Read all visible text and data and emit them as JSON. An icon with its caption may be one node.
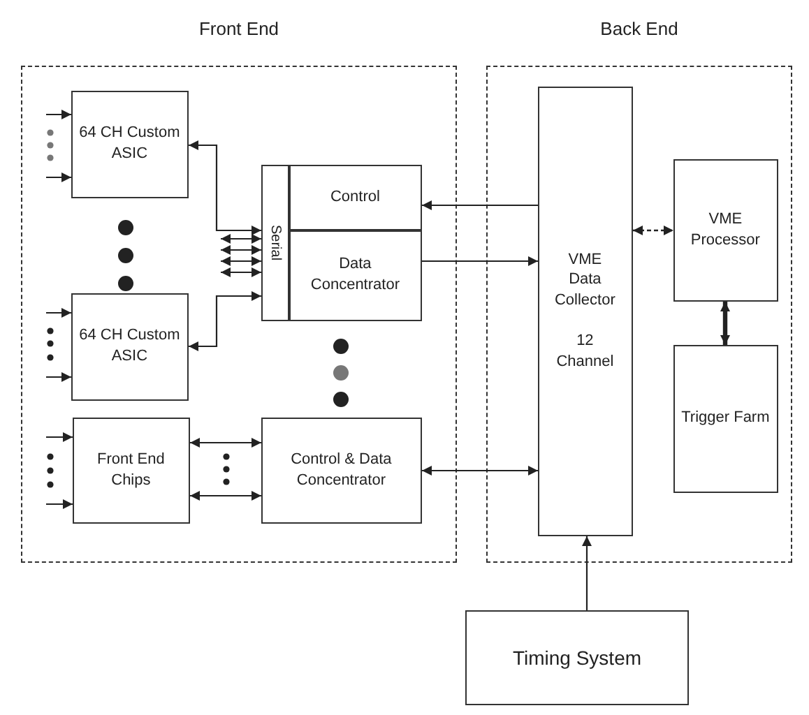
{
  "diagram": {
    "nodes": [
      {
        "text": [
          "Front End"
        ]
      },
      {
        "text": [
          "Back End"
        ]
      },
      {
        "text": [
          "64 CH Custom ASIC"
        ],
        "in": 0
      },
      {
        "text": [
          "64 CH Custom ASIC"
        ],
        "in": 0
      },
      {
        "text": [
          "Front End Chips"
        ],
        "in": 0
      },
      {
        "text": [
          "Serial"
        ],
        "in": 0
      },
      {
        "text": [
          "Control"
        ],
        "in": 0
      },
      {
        "text": [
          "Data Concentrator"
        ],
        "in": 0
      },
      {
        "text": [
          "Control & Data Concentrator"
        ],
        "in": 0
      },
      {
        "text": [
          "VME Data Collector",
          "12 Channel"
        ],
        "in": 1
      },
      {
        "text": [
          "VME Processor"
        ],
        "in": 1
      },
      {
        "text": [
          "Trigger Farm"
        ],
        "in": 1
      },
      {
        "text": [
          "Timing System"
        ]
      }
    ],
    "edges": [
      {
        "from": null,
        "to": 2,
        "arrow": "to"
      },
      {
        "from": null,
        "to": 2,
        "arrow": "to"
      },
      {
        "from": null,
        "to": 3,
        "arrow": "to"
      },
      {
        "from": null,
        "to": 3,
        "arrow": "to"
      },
      {
        "from": null,
        "to": 4,
        "arrow": "to"
      },
      {
        "from": null,
        "to": 4,
        "arrow": "to"
      },
      {
        "from": 2,
        "to": 5,
        "arrow": "both"
      },
      {
        "from": null,
        "to": 5,
        "arrow": "both"
      },
      {
        "from": null,
        "to": 5,
        "arrow": "both"
      },
      {
        "from": null,
        "to": 5,
        "arrow": "both"
      },
      {
        "from": null,
        "to": 5,
        "arrow": "both"
      },
      {
        "from": 3,
        "to": 5,
        "arrow": "both"
      },
      {
        "from": 4,
        "to": 8,
        "arrow": "both"
      },
      {
        "from": 4,
        "to": 8,
        "arrow": "both"
      },
      {
        "from": 9,
        "to": 6,
        "arrow": "to"
      },
      {
        "from": 7,
        "to": 9,
        "arrow": "to"
      },
      {
        "from": 9,
        "to": 8,
        "arrow": "both"
      },
      {
        "from": 9,
        "to": 10,
        "arrow": "both",
        "style": "dashed"
      },
      {
        "from": 10,
        "to": 11,
        "arrow": "both",
        "style": "thick"
      },
      {
        "from": 12,
        "to": 9,
        "arrow": "to"
      }
    ]
  }
}
